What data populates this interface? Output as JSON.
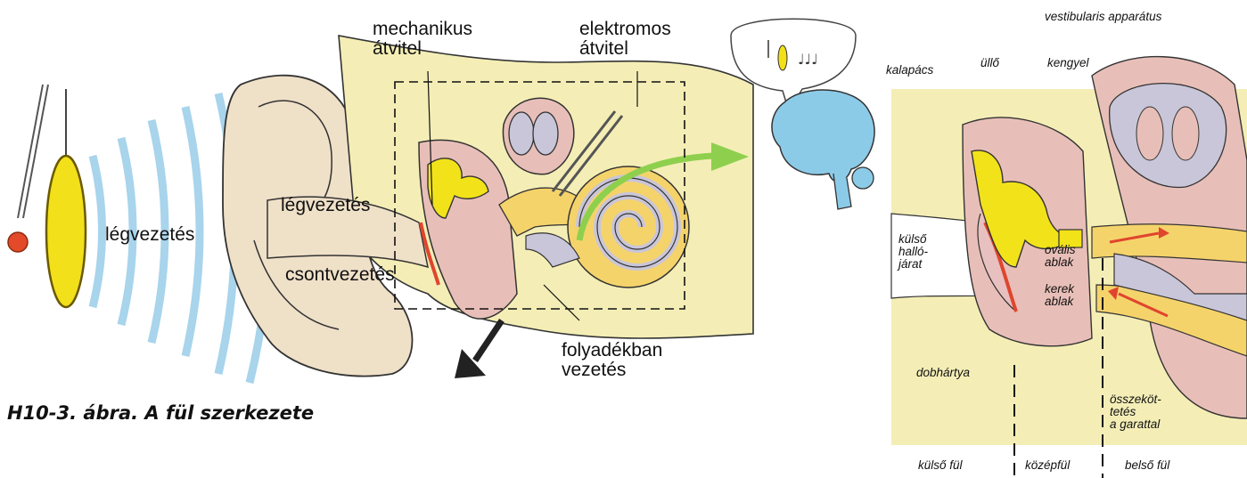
{
  "caption": "H10-3. ábra. A fül szerkezete",
  "left_figure": {
    "mechanical": [
      "mechanikus",
      "átvitel"
    ],
    "electrical": [
      "elektromos",
      "átvitel"
    ],
    "air_conduction_outer": "légvezetés",
    "air_conduction_inner": "légvezetés",
    "bone_conduction": "csontvezetés",
    "fluid": [
      "folyadékban",
      "vezetés"
    ]
  },
  "right_figure": {
    "vestibular": "vestibularis apparátus",
    "malleus": "kalapács",
    "incus": "üllő",
    "stapes": "kengyel",
    "canal": [
      "külső",
      "halló-",
      "járat"
    ],
    "oval": [
      "ovális",
      "ablak"
    ],
    "round": [
      "kerek",
      "ablak"
    ],
    "eardrum": "dobhártya",
    "tube": [
      "összeköt-",
      "tetés",
      "a garattal"
    ],
    "sections": [
      "külső fül",
      "középfül",
      "belső fül"
    ]
  },
  "colors": {
    "bone": "#f4eeb6",
    "skin": "#efe0c8",
    "pink": "#e8bfb8",
    "ossicle": "#f2e21a",
    "cochlea": "#c9c6d9",
    "waves": "#a8d4ec",
    "brain": "#8ccbe8",
    "arrow_green": "#8fcf4e",
    "red": "#e0452e"
  }
}
